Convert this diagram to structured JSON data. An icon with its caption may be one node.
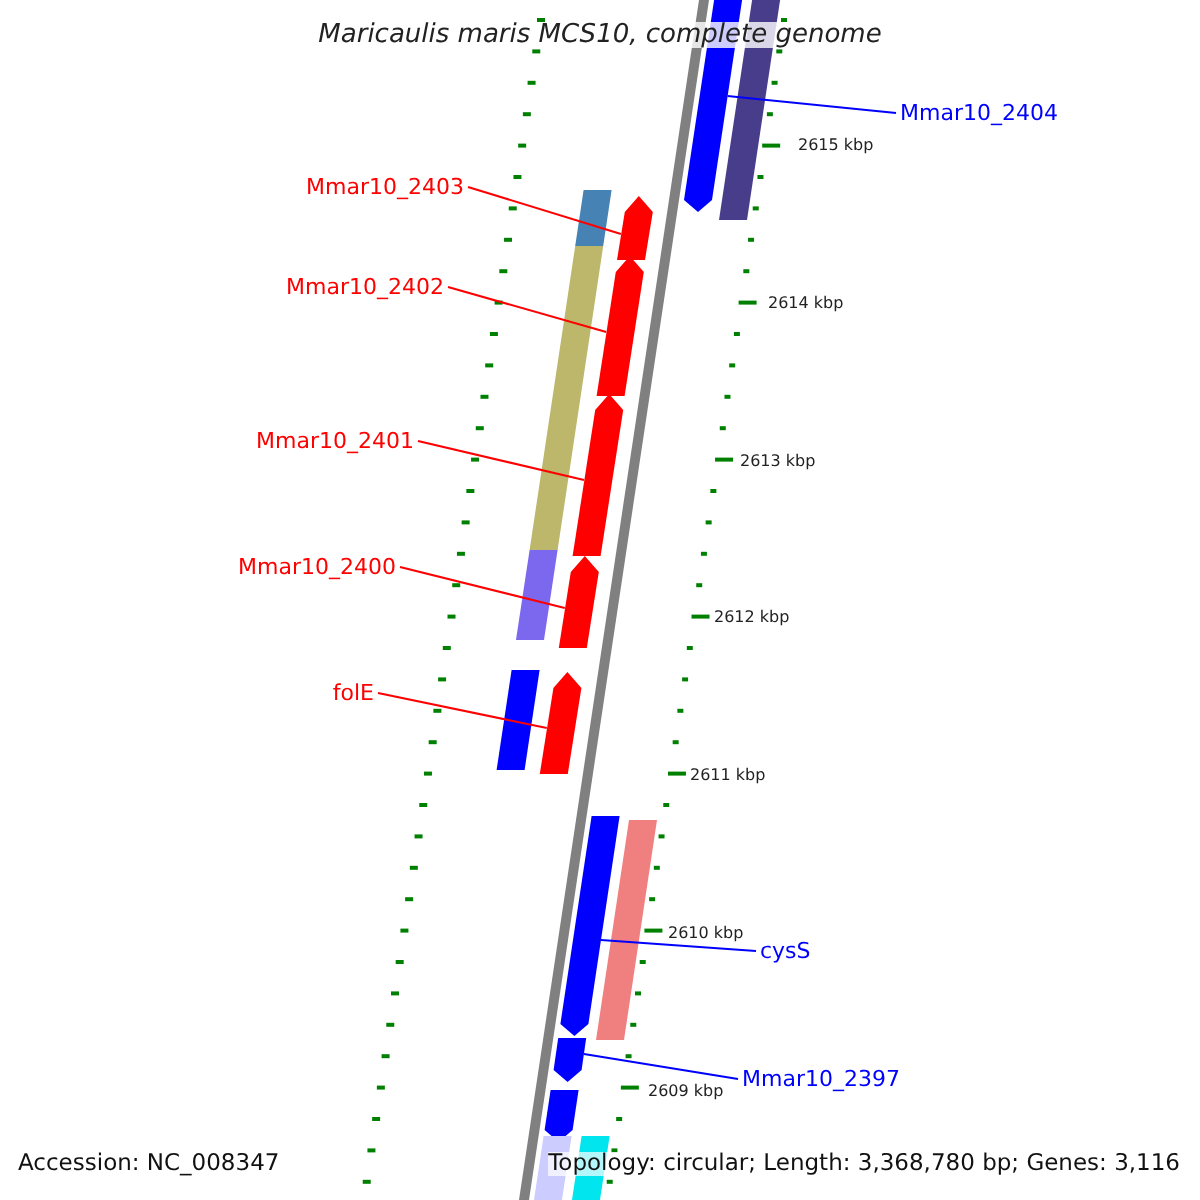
{
  "diagram": {
    "title": "Maricaulis maris MCS10, complete genome",
    "nodes": [
      {
        "text": [
          "Mmar10_2404"
        ]
      },
      {
        "text": [
          "Mmar10_2403"
        ]
      },
      {
        "text": [
          "Mmar10_2402"
        ]
      },
      {
        "text": [
          "Mmar10_2401"
        ]
      },
      {
        "text": [
          "Mmar10_2400"
        ]
      },
      {
        "text": [
          "folE"
        ]
      },
      {
        "text": [
          "cysS"
        ]
      },
      {
        "text": [
          "Mmar10_2397"
        ]
      },
      {
        "text": [],
        "shape": "bar"
      },
      {
        "text": [],
        "shape": "bar"
      },
      {
        "text": [],
        "shape": "bar"
      },
      {
        "text": [],
        "shape": "bar"
      },
      {
        "text": [],
        "shape": "bar"
      },
      {
        "text": [],
        "shape": "bar"
      },
      {
        "text": [],
        "shape": "bar"
      },
      {
        "text": [],
        "shape": "bar"
      },
      {
        "text": [],
        "shape": "bar"
      },
      {
        "text": [],
        "shape": "bar"
      },
      {
        "text": [],
        "shape": "bar"
      },
      {
        "text": [],
        "shape": "bar"
      },
      {
        "text": [],
        "shape": "bar"
      },
      {
        "text": [],
        "shape": "bar"
      },
      {
        "text": [],
        "shape": "bar"
      },
      {
        "text": [],
        "shape": "bar"
      },
      {
        "text": [],
        "shape": "bar"
      }
    ],
    "edges": [
      {
        "from": 0,
        "to": 8,
        "arrow": "none",
        "color": "#0000ff"
      },
      {
        "from": 1,
        "to": 9,
        "arrow": "none"
      },
      {
        "from": 2,
        "to": 10,
        "arrow": "none"
      },
      {
        "from": 3,
        "to": 11,
        "arrow": "none"
      },
      {
        "from": 4,
        "to": 12,
        "arrow": "none"
      },
      {
        "from": 5,
        "to": 13,
        "arrow": "none"
      },
      {
        "from": 6,
        "to": 14,
        "arrow": "none",
        "color": "#0000ff"
      },
      {
        "from": 7,
        "to": 15,
        "arrow": "none",
        "color": "#0000ff"
      }
    ],
    "labels": [
      "2615 kbp",
      "2614 kbp",
      "2613 kbp",
      "2612 kbp",
      "2611 kbp",
      "2610 kbp",
      "2609 kbp",
      "Accession: NC_008347",
      "Topology: circular; Length: 3,368,780 bp; Genes: 3,116"
    ]
  }
}
